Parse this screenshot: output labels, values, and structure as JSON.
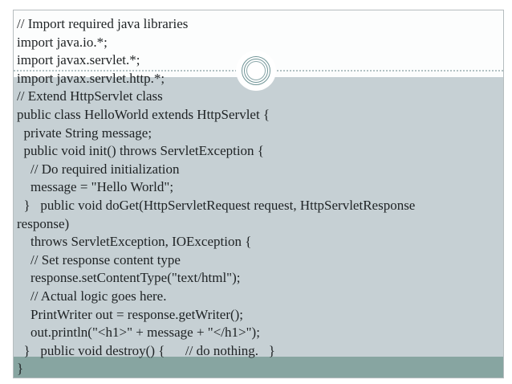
{
  "slide": {
    "kind": "presentation-code-slide",
    "code": {
      "lines": [
        "// Import required java libraries",
        "import java.io.*;",
        "import javax.servlet.*;",
        "import javax.servlet.http.*;",
        "// Extend HttpServlet class",
        "public class HelloWorld extends HttpServlet {",
        "  private String message;",
        "  public void init() throws ServletException {",
        "    // Do required initialization",
        "    message = \"Hello World\";",
        "  }   public void doGet(HttpServletRequest request, HttpServletResponse",
        "response)",
        "    throws ServletException, IOException {",
        "    // Set response content type",
        "    response.setContentType(\"text/html\");",
        "    // Actual logic goes here.",
        "    PrintWriter out = response.getWriter();",
        "    out.println(\"<h1>\" + message + \"</h1>\");",
        "  }   public void destroy() {      // do nothing.   }",
        "}"
      ]
    },
    "ornament": "double-ring-circle-divider",
    "colors": {
      "top_band": "#fcfdfd",
      "body_band": "#c6d0d4",
      "footer_band": "#87a5a1",
      "frame_border": "#b6bdbf",
      "divider_dotted": "#b2c1c3",
      "ornament_ring": "#6f9496",
      "text": "#1e2224"
    }
  }
}
